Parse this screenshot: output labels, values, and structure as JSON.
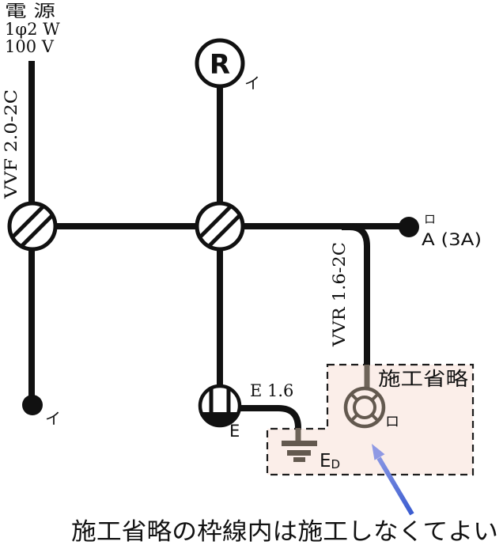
{
  "power": {
    "line1": "電 源",
    "line2": "1φ2 W",
    "line3": "100 V"
  },
  "cables": {
    "feed": "VVF 2.0-2C",
    "branch": "VVR 1.6-2C",
    "ground_wire": "E 1.6"
  },
  "devices": {
    "lamp": {
      "symbol": "R",
      "circuit": "イ"
    },
    "switch": {
      "circuit": "イ"
    },
    "auto_switch": {
      "circuit": "ロ",
      "rating": "A (3A)"
    },
    "outlet": {
      "label": "E"
    },
    "ground_electrode": {
      "label_main": "E",
      "label_sub": "D"
    },
    "omitted_lamp": {
      "circuit": "ロ"
    }
  },
  "omitted_box": {
    "title": "施工省略"
  },
  "note": {
    "text": "施工省略の枠線内は施工しなくてよい"
  },
  "colors": {
    "wire_black": "#111111",
    "omitted_gray": "#63594f",
    "omitted_wire_gray": "#6e6459",
    "omitted_title_gray": "#8f867a",
    "omitted_circuit_gray": "#7c7468",
    "box_fill_pink": "#fbeee9",
    "annotation_blue": "#4a71d6"
  }
}
